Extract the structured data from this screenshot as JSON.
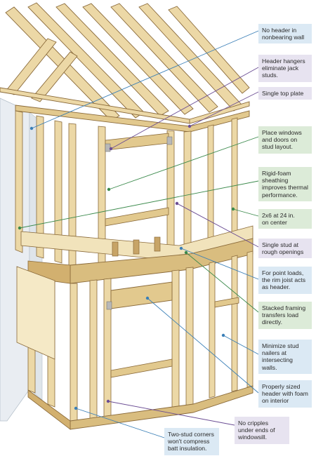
{
  "diagram": {
    "colors": {
      "wood": "#ecd8a6",
      "wood_dark": "#c9a86a",
      "wood_outline": "#8a6a3a",
      "foam": "#eef1f4",
      "blue_leader": "#3a7fb7",
      "purple_leader": "#6a4c93",
      "green_leader": "#3b8a4c"
    },
    "callouts": [
      {
        "id": "no-header",
        "text": "No header in\nnonbearing wall",
        "color": "blue"
      },
      {
        "id": "header-hangers",
        "text": "Header hangers\neliminate jack\nstuds.",
        "color": "purple"
      },
      {
        "id": "single-top-plate",
        "text": "Single top plate",
        "color": "purple"
      },
      {
        "id": "stud-layout",
        "text": "Place windows\nand doors on\nstud layout.",
        "color": "green"
      },
      {
        "id": "rigid-foam",
        "text": "Rigid-foam\nsheathing\nimproves thermal\nperformance.",
        "color": "green"
      },
      {
        "id": "two-by-six",
        "text": "2x6 at 24 in.\non center",
        "color": "green"
      },
      {
        "id": "single-stud",
        "text": "Single stud at\nrough openings",
        "color": "purple"
      },
      {
        "id": "rim-joist",
        "text": "For point loads,\nthe rim joist acts\nas header.",
        "color": "blue"
      },
      {
        "id": "stacked-framing",
        "text": "Stacked framing\ntransfers load\ndirectly.",
        "color": "green"
      },
      {
        "id": "minimize-studs",
        "text": "Minimize stud\nnailers at\nintersecting walls.",
        "color": "blue"
      },
      {
        "id": "sized-header",
        "text": "Properly sized\nheader with foam\non interior",
        "color": "blue"
      },
      {
        "id": "no-cripples",
        "text": "No cripples\nunder ends of\nwindowsill.",
        "color": "purple"
      },
      {
        "id": "two-stud-corners",
        "text": "Two-stud corners\nwon't compress\nbatt insulation.",
        "color": "blue"
      }
    ]
  }
}
